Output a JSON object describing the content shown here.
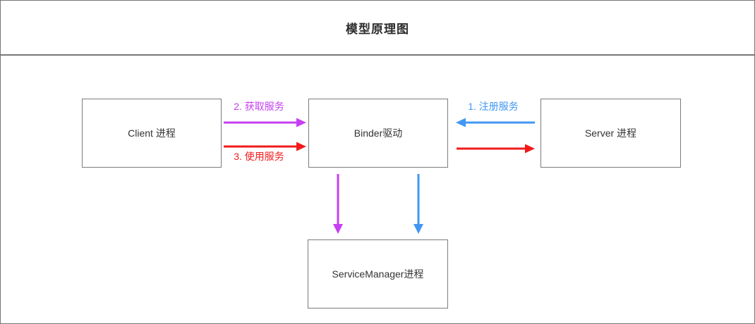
{
  "title": "模型原理图",
  "colors": {
    "outer_border": "#777777",
    "box_border": "#7b7b7b",
    "text": "#333333",
    "blue": "#4197F2",
    "purple": "#C63FF2",
    "red": "#F11A1A"
  },
  "nodes": {
    "client": {
      "label": "Client 进程"
    },
    "binder": {
      "label": "Binder驱动"
    },
    "server": {
      "label": "Server 进程"
    },
    "service_manager": {
      "label": "ServiceManager进程"
    }
  },
  "edges": [
    {
      "id": "register",
      "label": "1. 注册服务",
      "color": "#4197F2",
      "from": "server",
      "to": "binder"
    },
    {
      "id": "register-forward",
      "label": "",
      "color": "#4197F2",
      "from": "binder",
      "to": "service_manager"
    },
    {
      "id": "acquire",
      "label": "2. 获取服务",
      "color": "#C63FF2",
      "from": "client",
      "to": "binder"
    },
    {
      "id": "acquire-forward",
      "label": "",
      "color": "#C63FF2",
      "from": "binder",
      "to": "service_manager"
    },
    {
      "id": "use",
      "label": "3. 使用服务",
      "color": "#F11A1A",
      "from": "client",
      "to": "binder"
    },
    {
      "id": "use-forward",
      "label": "",
      "color": "#F11A1A",
      "from": "binder",
      "to": "server"
    }
  ]
}
